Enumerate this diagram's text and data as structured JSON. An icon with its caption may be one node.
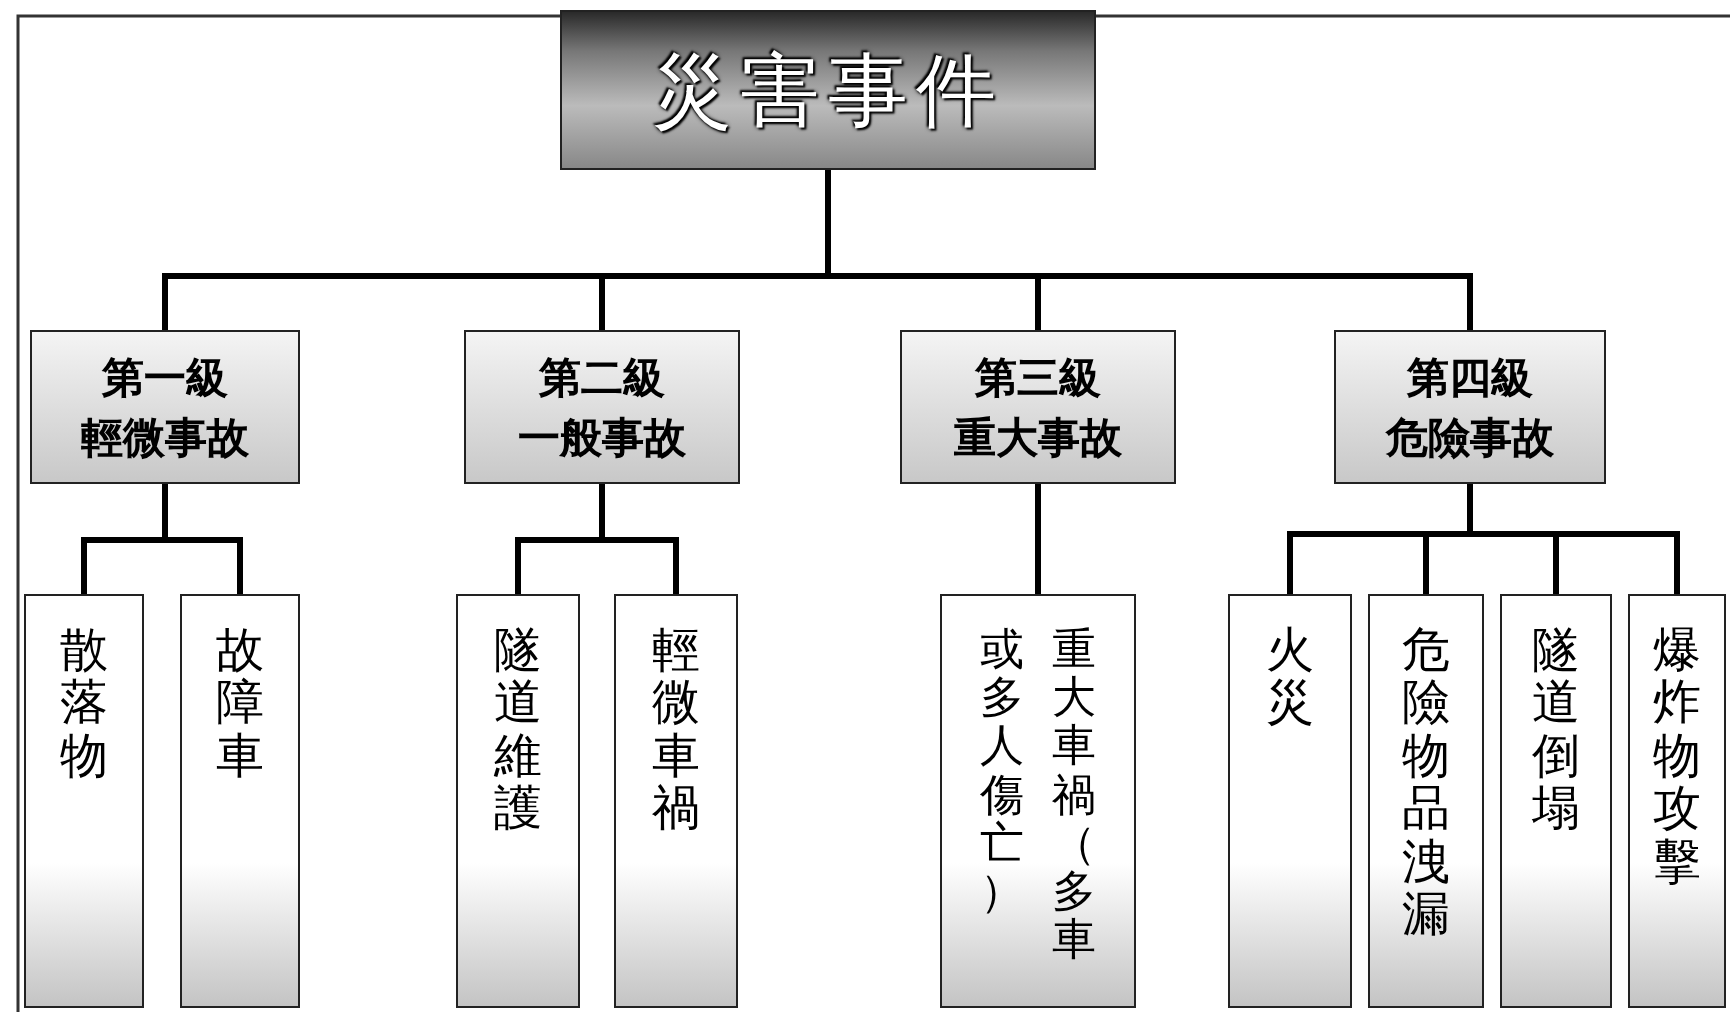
{
  "diagram": {
    "nodes": [
      {
        "text": [
          "災害事件"
        ]
      },
      {
        "text": [
          "第一級",
          "輕微事故"
        ]
      },
      {
        "text": [
          "第二級",
          "一般事故"
        ]
      },
      {
        "text": [
          "第三級",
          "重大事故"
        ]
      },
      {
        "text": [
          "第四級",
          "危險事故"
        ]
      },
      {
        "text": [
          "散落物"
        ]
      },
      {
        "text": [
          "故障車"
        ]
      },
      {
        "text": [
          "隧道維護"
        ]
      },
      {
        "text": [
          "輕微車禍"
        ]
      },
      {
        "text": [
          "重大車禍（多車或多人傷亡）"
        ]
      },
      {
        "text": [
          "火災"
        ]
      },
      {
        "text": [
          "危險物品洩漏"
        ]
      },
      {
        "text": [
          "隧道倒塌"
        ]
      },
      {
        "text": [
          "爆炸物攻擊"
        ]
      }
    ],
    "edges": [
      {
        "from": 0,
        "to": 1,
        "arrow": "none"
      },
      {
        "from": 0,
        "to": 2,
        "arrow": "none"
      },
      {
        "from": 0,
        "to": 3,
        "arrow": "none"
      },
      {
        "from": 0,
        "to": 4,
        "arrow": "none"
      },
      {
        "from": 1,
        "to": 5,
        "arrow": "none"
      },
      {
        "from": 1,
        "to": 6,
        "arrow": "none"
      },
      {
        "from": 2,
        "to": 7,
        "arrow": "none"
      },
      {
        "from": 2,
        "to": 8,
        "arrow": "none"
      },
      {
        "from": 3,
        "to": 9,
        "arrow": "none"
      },
      {
        "from": 4,
        "to": 10,
        "arrow": "none"
      },
      {
        "from": 4,
        "to": 11,
        "arrow": "none"
      },
      {
        "from": 4,
        "to": 12,
        "arrow": "none"
      },
      {
        "from": 4,
        "to": 13,
        "arrow": "none"
      }
    ]
  }
}
